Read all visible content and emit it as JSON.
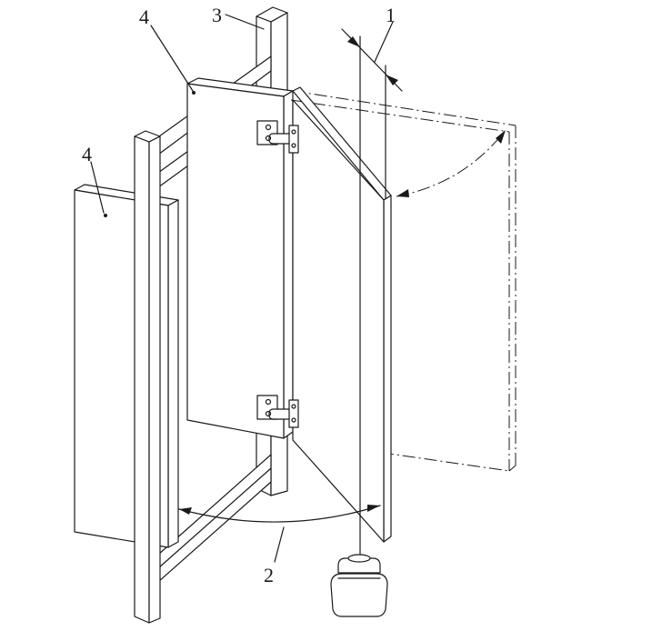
{
  "callouts": [
    {
      "id": "1",
      "text": "1"
    },
    {
      "id": "2",
      "text": "2"
    },
    {
      "id": "3",
      "text": "3"
    },
    {
      "id": "4a",
      "text": "4"
    },
    {
      "id": "4b",
      "text": "4"
    }
  ],
  "colors": {
    "line": "#1a1a1a",
    "background": "#ffffff"
  }
}
